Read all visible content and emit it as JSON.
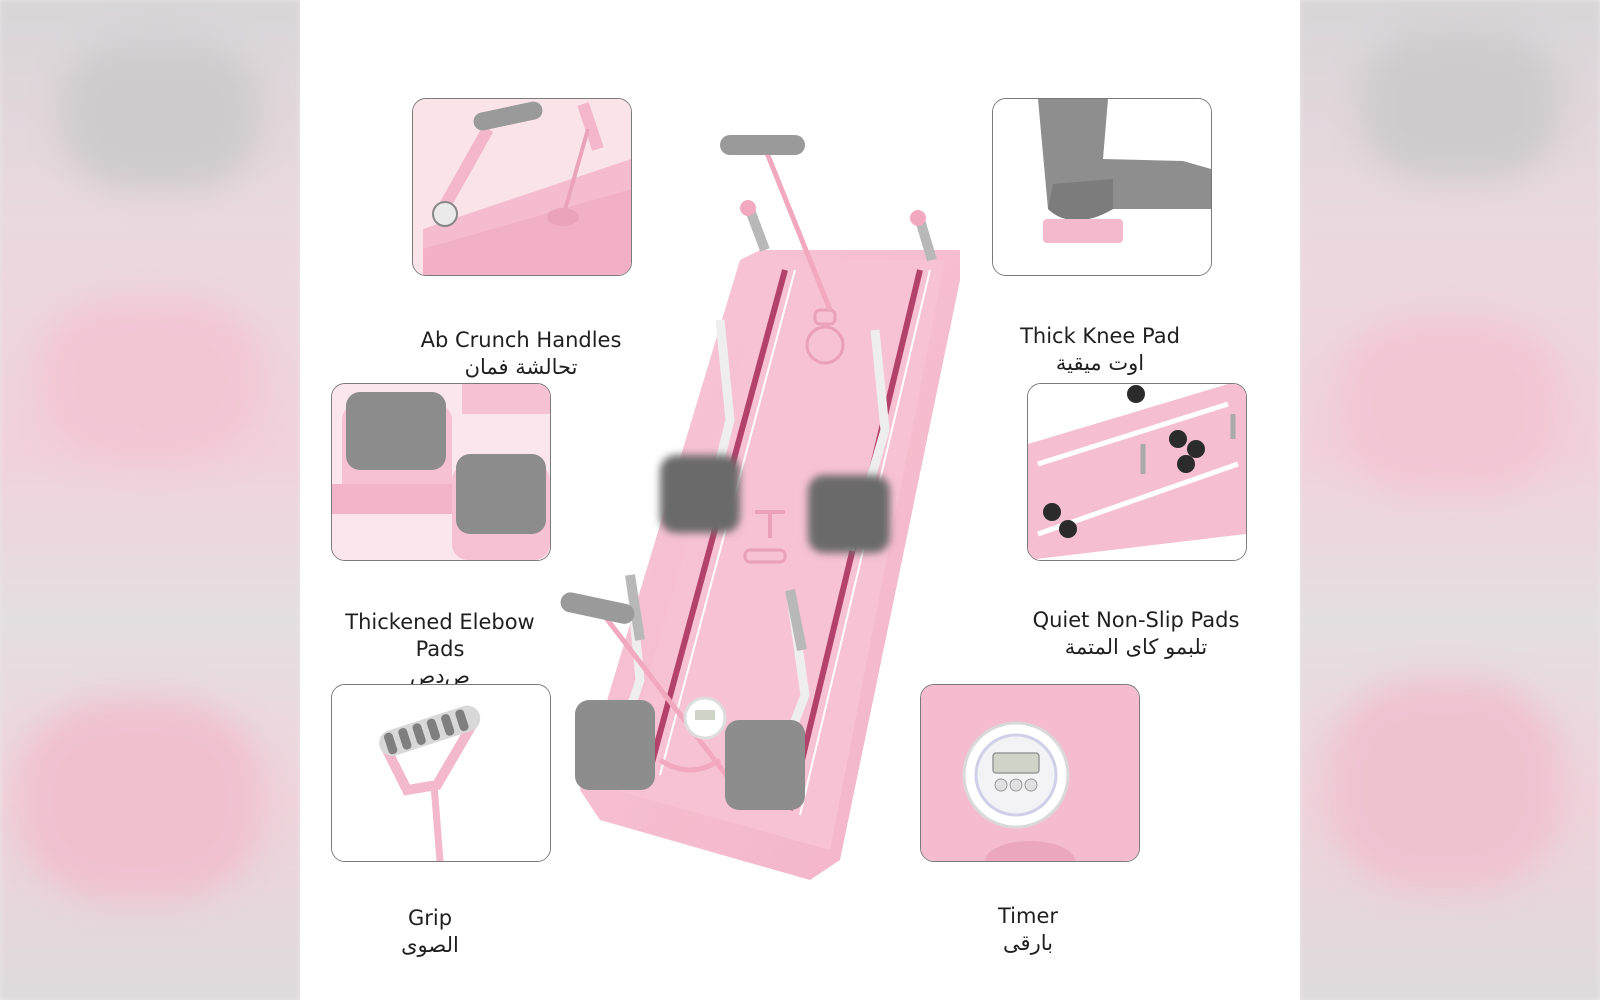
{
  "callouts": [
    {
      "id": "ab-crunch",
      "en": "Ab Crunch Handles",
      "ar": "تحالشة فمان"
    },
    {
      "id": "knee-pad",
      "en": "Thick Knee Pad",
      "ar": "اوت ميقية"
    },
    {
      "id": "elbow-pads",
      "en": "Thickened Elebow\nPads",
      "ar": "ص‌دص"
    },
    {
      "id": "non-slip",
      "en": "Quiet Non-Slip Pads",
      "ar": "تلبمو كاى المتمة"
    },
    {
      "id": "grip",
      "en": "Grip",
      "ar": "الصوى"
    },
    {
      "id": "timer",
      "en": "Timer",
      "ar": "بارقى"
    }
  ],
  "colors": {
    "product_pink": "#f6bcd0",
    "pad_gray": "#8a8a8a",
    "outline": "#7a7a7a"
  },
  "icons": [
    "ab-crunch-handle-photo",
    "knee-pad-photo",
    "elbow-pad-photo",
    "non-slip-pad-photo",
    "grip-handle-photo",
    "timer-photo",
    "plank-board-photo"
  ]
}
